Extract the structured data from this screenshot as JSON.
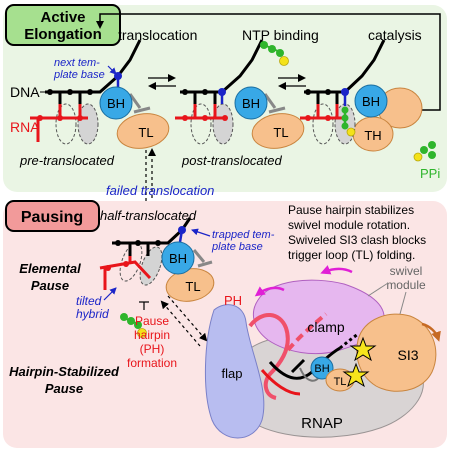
{
  "panel_top": {
    "title_line1": "Active",
    "title_line2": "Elongation",
    "steps": [
      "translocation",
      "NTP binding",
      "catalysis"
    ],
    "label_dna": "DNA",
    "label_rna": "RNA",
    "next_template_line1": "next tem-",
    "next_template_line2": "plate base",
    "states": [
      "pre-translocated",
      "post-translocated"
    ],
    "domain_bh": "BH",
    "domain_tl": "TL",
    "domain_th": "TH",
    "product": "PPi"
  },
  "connector": {
    "failed": "failed translocation",
    "half": "half-translocated"
  },
  "panel_bottom": {
    "title": "Pausing",
    "trapped_line1": "trapped tem-",
    "trapped_line2": "plate base",
    "elemental_line1": "Elemental",
    "elemental_line2": "Pause",
    "tilted_line1": "tilted",
    "tilted_line2": "hybrid",
    "hairpin_line1": "Hairpin-Stabilized",
    "hairpin_line2": "Pause",
    "ph_form_line1": "Pause",
    "ph_form_line2": "hairpin",
    "ph_form_line3": "(PH)",
    "ph_form_line4": "formation",
    "desc_lines": [
      "Pause hairpin stabilizes",
      "swivel module rotation.",
      "Swiveled SI3 clash blocks",
      "trigger loop (TL) folding."
    ],
    "swivel_line1": "swivel",
    "swivel_line2": "module",
    "labels": {
      "ph": "PH",
      "clamp": "clamp",
      "si3": "SI3",
      "flap": "flap",
      "rnap": "RNAP",
      "bh": "BH",
      "tl": "TL"
    }
  },
  "colors": {
    "top_bg": "#eaf5e4",
    "bottom_bg": "#fbe5e5",
    "top_title_bg": "#a6e08f",
    "bottom_title_bg": "#f29a9a",
    "bh": "#38a8e6",
    "tl": "#f7c08c",
    "rna": "#e8151b",
    "ntp": "#2fb52c",
    "blue_label": "#1b25c8",
    "clamp": "#e6b7ef",
    "flap": "#b8bdf0",
    "rnap": "#d9d4d4",
    "magenta": "#e020d6",
    "brown": "#c66a24"
  }
}
